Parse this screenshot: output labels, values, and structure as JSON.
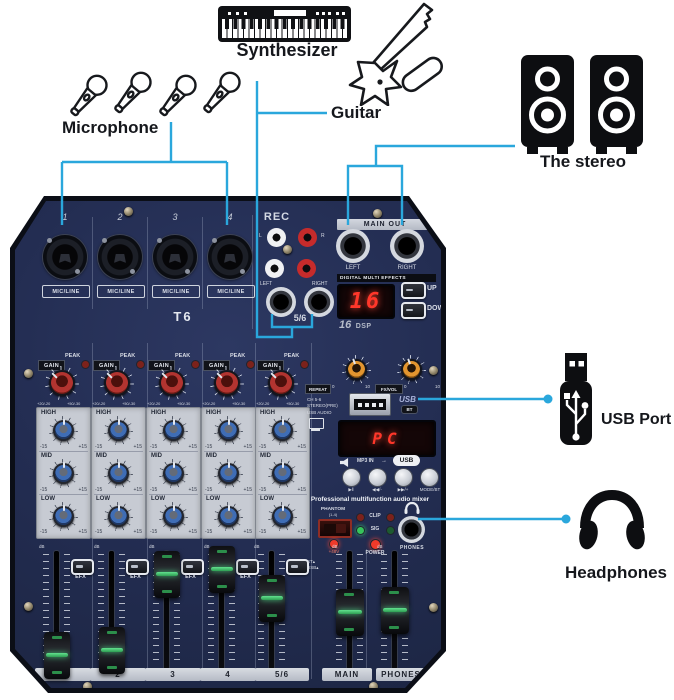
{
  "colors": {
    "accent": "#2AA7DC",
    "body_navy": "#232D52",
    "panel_gray": "#C7CBD3",
    "display_red": "#FF372A",
    "knob_red": "#B23430",
    "knob_blue": "#3F6DB5",
    "knob_orange": "#E2952F",
    "fader_green": "#3FC468"
  },
  "callouts": {
    "microphone": "Microphone",
    "synthesizer": "Synthesizer",
    "guitar": "Guitar",
    "stereo": "The stereo",
    "usb": "USB Port",
    "headphones": "Headphones"
  },
  "mixer": {
    "model": "T6",
    "top": {
      "channels": [
        "1",
        "2",
        "3",
        "4"
      ],
      "mic_line": "MIC/LINE",
      "rec": "REC",
      "l": "L",
      "r": "R",
      "left": "LEFT",
      "right": "RIGHT",
      "stereo_ch": "5/6",
      "main_out": "MAIN OUT",
      "fx_title": "DIGITAL MULTI EFFECTS",
      "fx_value": "16",
      "up": "UP",
      "down": "DOWN",
      "dsp_16": "16",
      "dsp": "DSP"
    },
    "strip": {
      "gain": "GAIN",
      "peak": "PEAK",
      "zero": "0",
      "ten": "10",
      "gain_lo": "+20/-20",
      "gain_hi": "+50/-30",
      "high": "HIGH",
      "mid": "MID",
      "low": "LOW",
      "min": "-15",
      "max": "+15"
    },
    "media": {
      "repeat": "REPEAT",
      "fx_vol": "FX/VOL",
      "zero": "0",
      "ten": "10",
      "ch56_line1": "CH 5-6",
      "ch56_line2": "STEREO(PRE)",
      "usb_audio": "USB AUDIO",
      "usb_logo": "USB",
      "bt": "BT",
      "display": "PC",
      "mp3_in": "MP3 IN",
      "arrow": "→",
      "usb_badge": "USB",
      "btn_play": "▶‖",
      "btn_prev": "◀◀/-",
      "btn_next": "▶▶/+",
      "btn_mode": "MODE/BT",
      "tagline": "Professional multifunction audio mixer",
      "phantom": "PHANTOM",
      "phantom_range": "(1-4)",
      "p48": "+48V",
      "clip": "CLIP",
      "sig": "SIG",
      "power": "POWER",
      "phones": "PHONES"
    },
    "fader": {
      "db": "dB",
      "efx": "EFX",
      "st": "ST▴",
      "usb": "USB▴",
      "labels": [
        "1",
        "2",
        "3",
        "4",
        "5/6",
        "MAIN",
        "PHONES"
      ]
    }
  }
}
